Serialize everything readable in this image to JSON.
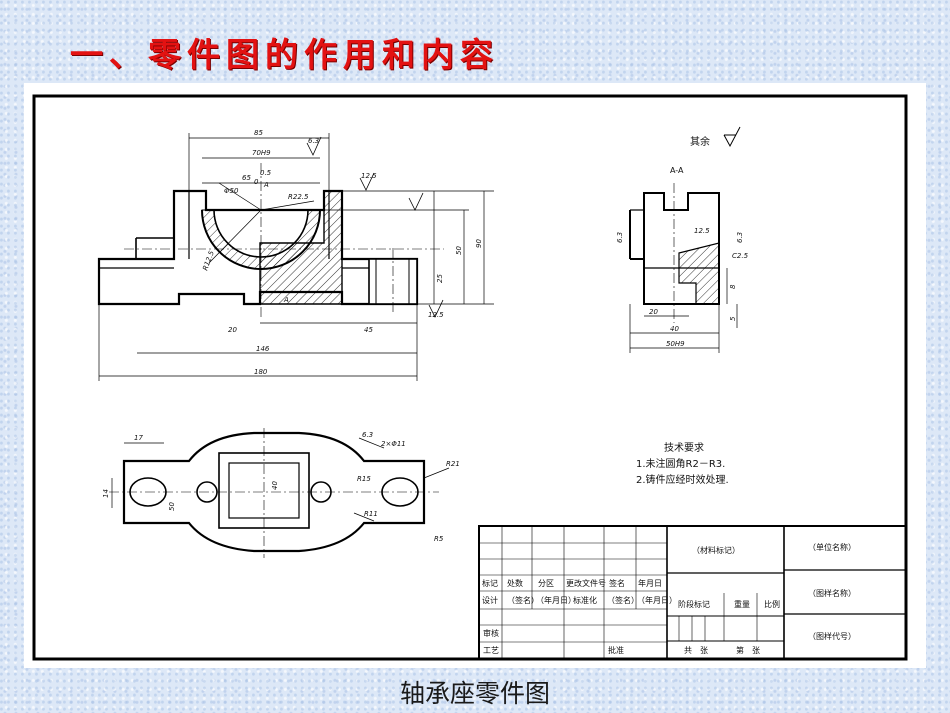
{
  "slide": {
    "title": "一、零件图的作用和内容",
    "caption": "轴承座零件图"
  },
  "drawing": {
    "section_label": "A-A",
    "surface_note": "其余",
    "technical_requirements": {
      "heading": "技术要求",
      "items": [
        "1.未注圆角R2－R3.",
        "2.铸件应经时效处理."
      ]
    },
    "front_view_dims": [
      "85",
      "70H9",
      "65",
      "0.5",
      "0",
      "A",
      "Φ50",
      "R22.5",
      "R12.5",
      "50",
      "90",
      "25",
      "20",
      "45",
      "146",
      "180",
      "6.3",
      "12.5",
      "12.5",
      "A"
    ],
    "side_view_dims": [
      "6.3",
      "6.3",
      "C2.5",
      "20",
      "40",
      "50H9",
      "8",
      "5",
      "12.5"
    ],
    "top_view_dims": [
      "17",
      "6.3",
      "2×Φ11",
      "R21",
      "R15",
      "R11",
      "R5",
      "40",
      "14",
      "50"
    ],
    "title_block": {
      "material": "（材料标记）",
      "company": "（单位名称）",
      "drawing_name": "（图样名称）",
      "drawing_code": "（图样代号）",
      "row_labels": [
        "标记",
        "处数",
        "分区",
        "更改文件号",
        "签名",
        "年月日"
      ],
      "row2_labels": [
        "设计",
        "（签名）",
        "（年月日）",
        "标准化",
        "（签名）",
        "（年月日）"
      ],
      "stage_label": "阶段标记",
      "weight_label": "重量",
      "scale_label": "比例",
      "review_label": "审核",
      "process_label": "工艺",
      "approve_label": "批准",
      "sheets_total": "共　张",
      "sheet_no": "第　张"
    }
  },
  "colors": {
    "title": "#e31212",
    "background": "#dde8f7",
    "line": "#000000"
  }
}
